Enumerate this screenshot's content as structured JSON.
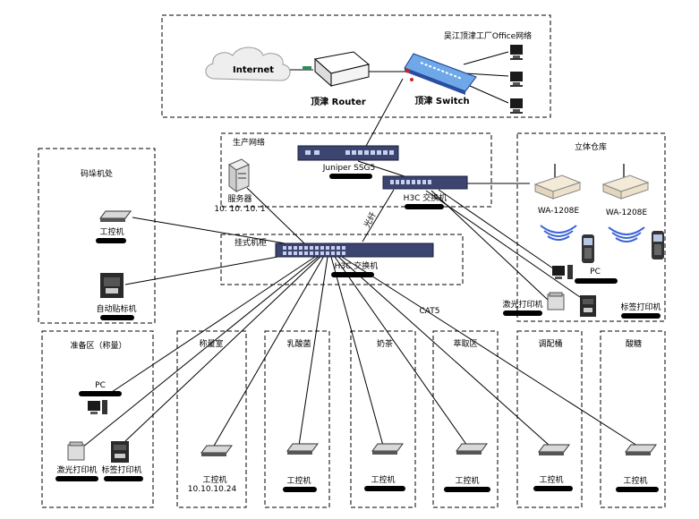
{
  "office": {
    "title": "吴江顶津工厂Office网络",
    "internet": "Internet",
    "router": "顶津 Router",
    "switch": "顶津 Switch"
  },
  "production": {
    "title": "生产网络",
    "firewall": "Juniper SSG5",
    "core_switch": "H3C 交换机",
    "fiber": "光纤",
    "server_name": "服务器",
    "server_ip": "10. 10. 10. 1"
  },
  "cabinet": {
    "title": "挂式机柜",
    "switch": "H3C 交换机"
  },
  "cable": "CAT5",
  "coding": {
    "title": "码垛机处",
    "ipc": "工控机",
    "labeler": "自动贴标机"
  },
  "warehouse": {
    "title": "立体仓库",
    "ap1": "WA-1208E",
    "ap2": "WA-1208E",
    "pc": "PC",
    "laser_printer": "激光打印机",
    "label_printer": "标签打印机"
  },
  "prep_room": {
    "title": "准备区（称量）",
    "pc": "PC",
    "laser_printer": "激光打印机",
    "label_printer": "标签打印机"
  },
  "stations": [
    {
      "title": "称量室",
      "device": "工控机",
      "ip": "10.10.10.24"
    },
    {
      "title": "乳酸菌",
      "device": "工控机"
    },
    {
      "title": "奶茶",
      "device": "工控机"
    },
    {
      "title": "萃取区",
      "device": "工控机"
    },
    {
      "title": "调配桶",
      "device": "工控机"
    },
    {
      "title": "酸糖",
      "device": "工控机"
    }
  ],
  "colors": {
    "switch_dark": "#3c4470",
    "switch_blue": "#6ea8e8",
    "printer_dark": "#2a2a2a",
    "wifi_blue": "#3a62d8",
    "cloud_fill": "#eeeeee",
    "link_red": "#cc2222"
  }
}
